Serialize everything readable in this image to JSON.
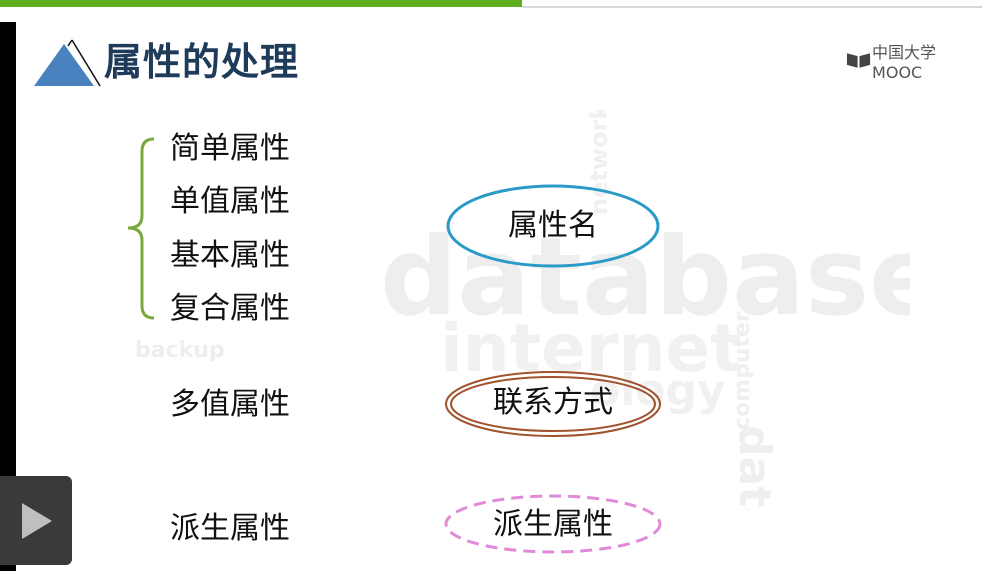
{
  "slide": {
    "title": "属性的处理",
    "logo_text": "中国大学MOOC",
    "grouped_attributes": [
      "简单属性",
      "单值属性",
      "基本属性",
      "复合属性"
    ],
    "multivalue_attribute": "多值属性",
    "derived_attribute": "派生属性",
    "ellipses": {
      "name": "属性名",
      "contact": "联系方式",
      "derived": "派生属性"
    }
  },
  "watermark": {
    "main": "database",
    "internet": "internet",
    "logy": "ology",
    "backup": "backup",
    "network": "network",
    "computer": "computer",
    "data": "data"
  },
  "player": {
    "play_icon": "play-icon"
  },
  "colors": {
    "accent_green": "#5fae1f",
    "title_navy": "#1f3b5a",
    "triangle_blue": "#4a82c0",
    "ellipse_blue": "#2a9ac7",
    "ellipse_brown": "#a0522d",
    "ellipse_pink": "#e08ad8",
    "brace_green": "#7aa83c"
  }
}
